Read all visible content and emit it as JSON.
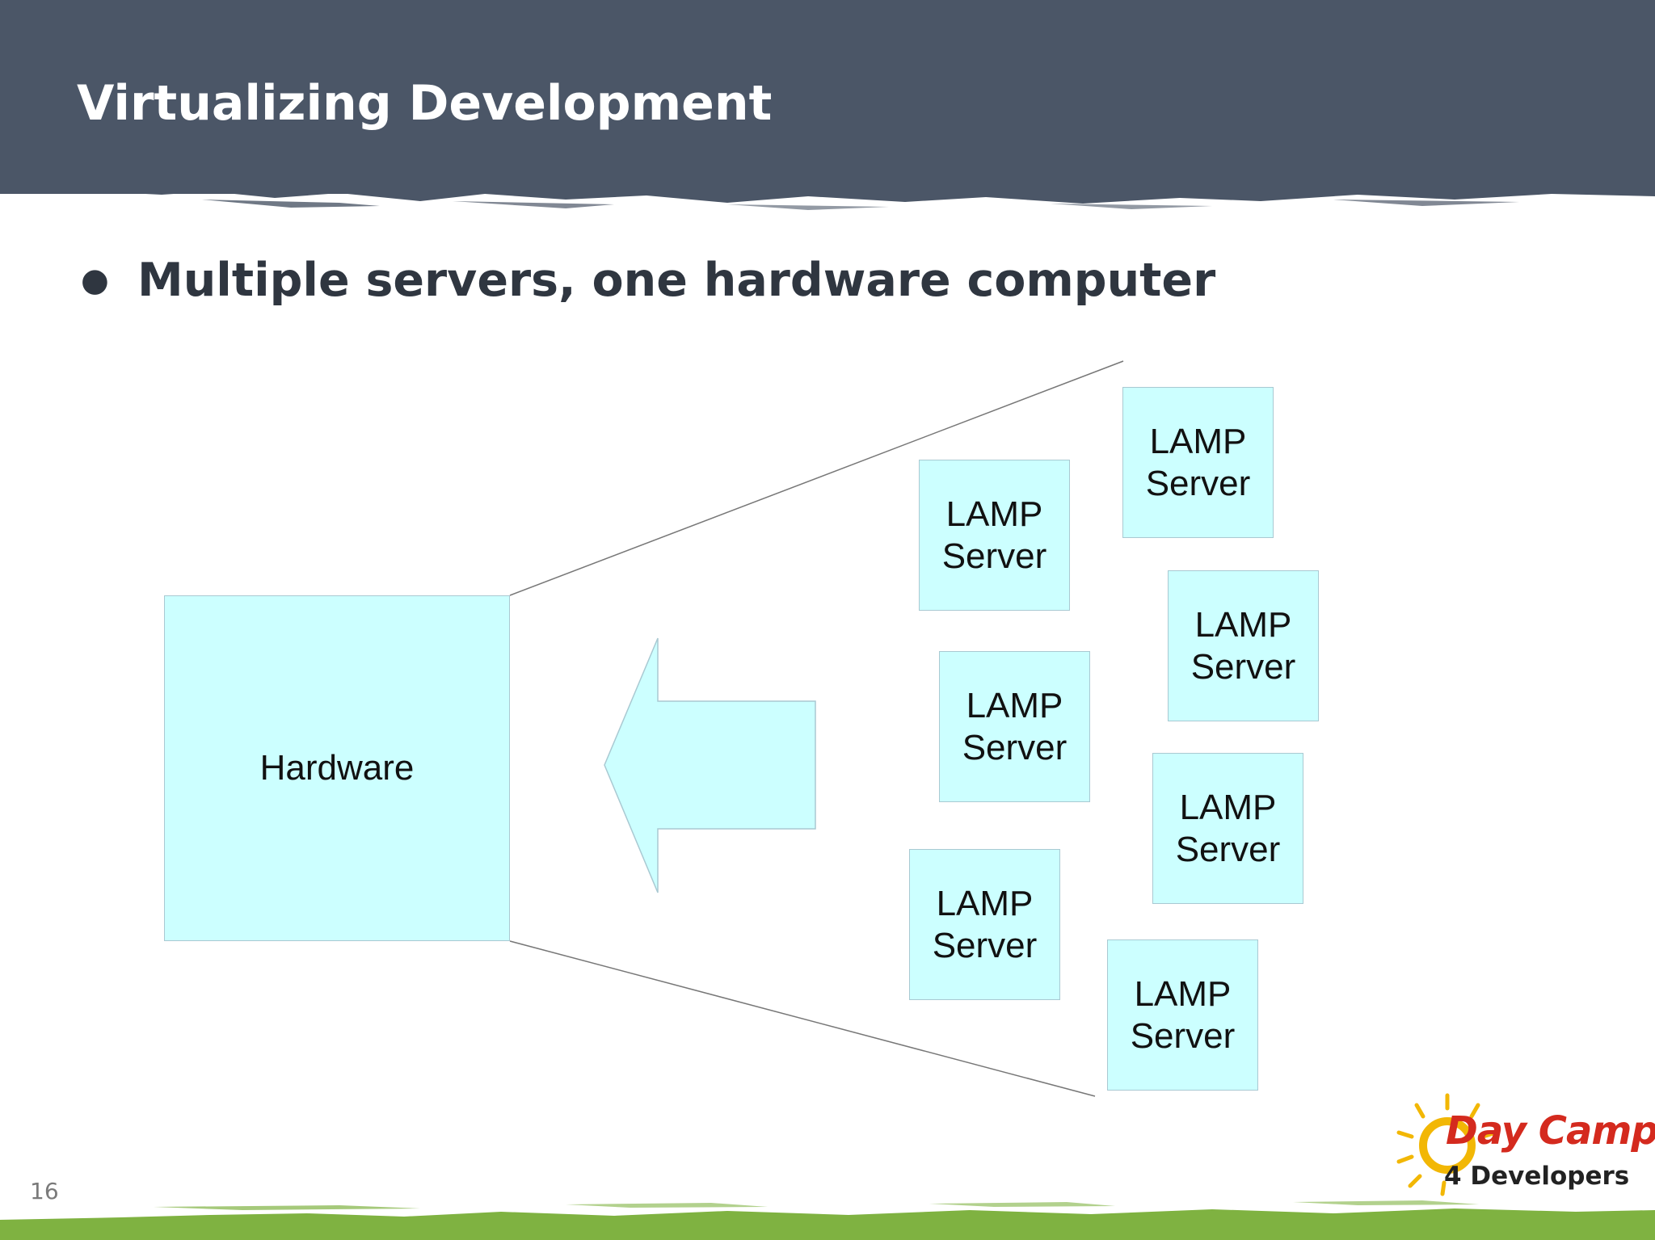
{
  "slide": {
    "title": "Virtualizing Development",
    "bullet": "Multiple servers, one hardware computer",
    "number": "16"
  },
  "diagram": {
    "hardware_label": "Hardware",
    "server_line1": "LAMP",
    "server_line2": "Server",
    "server_count": 7,
    "box_fill": "#ccffff"
  },
  "logo": {
    "top_text": "Day Camp",
    "bottom_text": "4 Developers",
    "sun_color": "#f2b705",
    "text_color": "#d42a1e"
  },
  "colors": {
    "header": "#4b5667",
    "footer_grass": "#7fb241"
  }
}
